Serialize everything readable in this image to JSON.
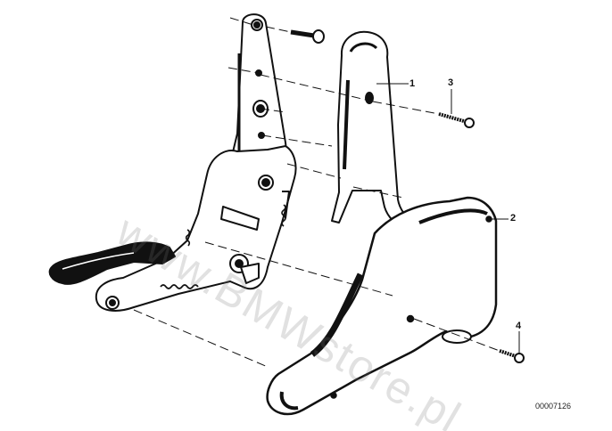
{
  "callouts": {
    "c1": "1",
    "c2": "2",
    "c3": "3",
    "c4": "4"
  },
  "watermark": "www.BMWstore.pl",
  "drawing_number": "00007126",
  "colors": {
    "ink": "#111111",
    "watermark": "#8a8a8a"
  }
}
